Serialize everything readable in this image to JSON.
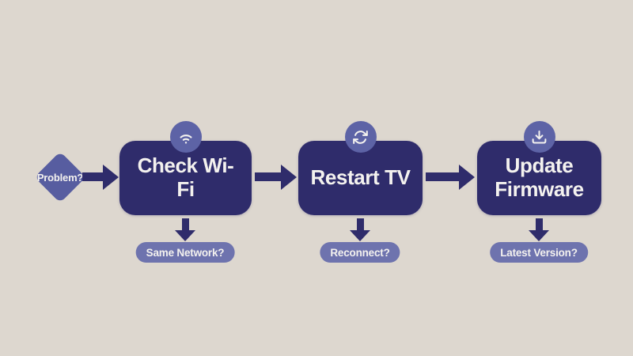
{
  "colors": {
    "background": "#ddd7cf",
    "box": "#2f2c6b",
    "diamond": "#575da0",
    "badge": "#5d63a6",
    "pill": "#6e73ae",
    "text_light": "#f4f2ef"
  },
  "flow": {
    "start": {
      "label": "Problem?"
    },
    "steps": [
      {
        "label": "Check Wi-Fi",
        "icon": "wifi-icon",
        "question": "Same Network?"
      },
      {
        "label": "Restart TV",
        "icon": "refresh-icon",
        "question": "Reconnect?"
      },
      {
        "label": "Update Firmware",
        "icon": "download-icon",
        "question": "Latest Version?"
      }
    ]
  }
}
